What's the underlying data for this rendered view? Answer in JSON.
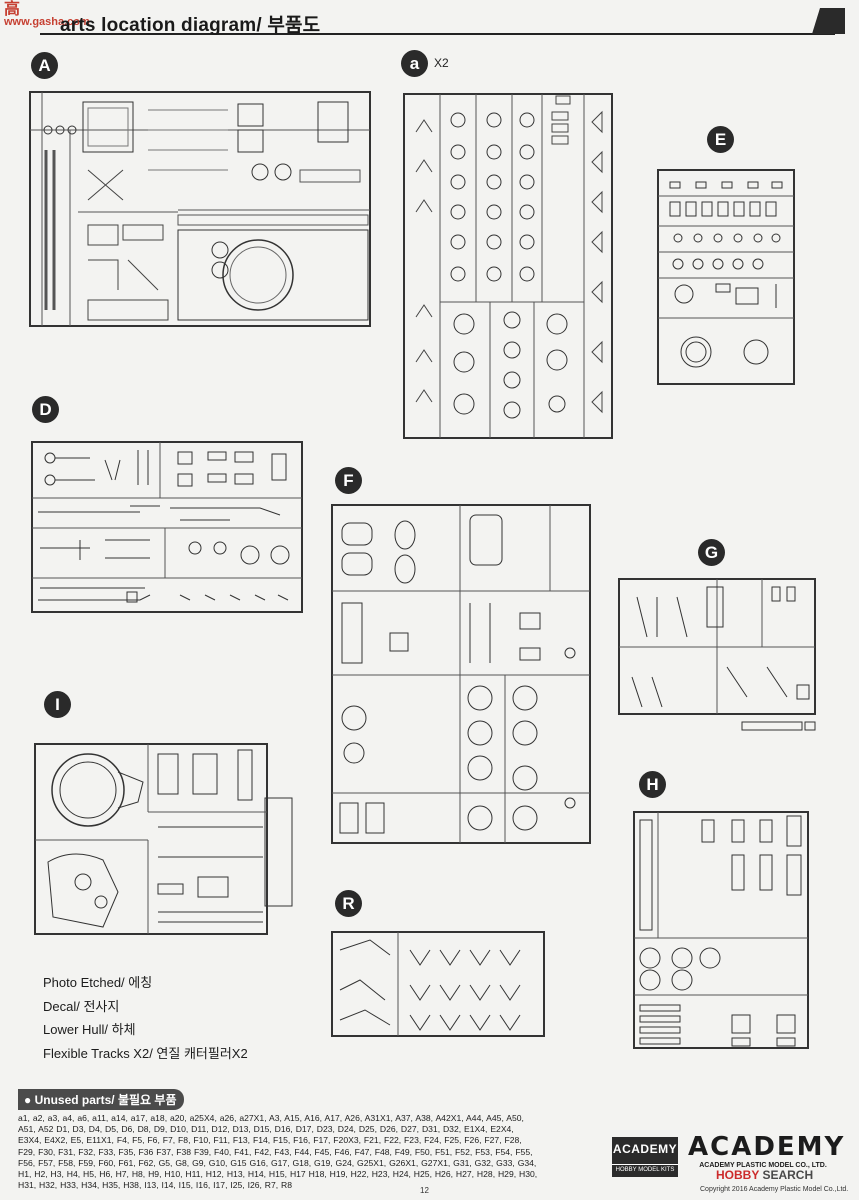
{
  "header": {
    "title": "arts location diagram/ 부품도",
    "watermark_top": "高",
    "watermark_bottom": "www.gasha.com"
  },
  "sections": {
    "A": "A",
    "a": "a",
    "a_qty": "X2",
    "E": "E",
    "D": "D",
    "F": "F",
    "G": "G",
    "I": "I",
    "H": "H",
    "R": "R"
  },
  "legend": [
    "Photo Etched/ 에칭",
    "Decal/ 전사지",
    "Lower Hull/ 하체",
    "Flexible Tracks X2/ 연질 캐터필러X2"
  ],
  "unused": {
    "heading": "Unused parts/ 불필요 부품",
    "list": "a1, a2, a3, a4, a6, a11, a14, a17, a18, a20, a25X4, a26, a27X1, A3, A15, A16, A17, A26, A31X1, A37, A38, A42X1, A44, A45, A50, A51, A52 D1, D3, D4, D5, D6, D8, D9, D10, D11, D12, D13, D15, D16, D17, D23, D24, D25, D26, D27, D31, D32, E1X4, E2X4, E3X4, E4X2, E5, E11X1, F4, F5, F6, F7, F8, F10, F11, F13, F14, F15, F16, F17, F20X3, F21, F22, F23, F24, F25, F26, F27, F28, F29, F30, F31, F32, F33, F35, F36 F37, F38 F39, F40, F41, F42, F43, F44, F45, F46, F47, F48, F49, F50, F51, F52, F53, F54, F55, F56, F57, F58, F59, F60, F61, F62, G5, G8, G9, G10, G15 G16, G17, G18, G19, G24, G25X1, G26X1, G27X1, G31, G32, G33, G34, H1, H2, H3, H4, H5, H6, H7, H8, H9, H10, H11, H12, H13, H14, H15, H17 H18, H19, H22, H23, H24, H25, H26, H27, H28, H29, H30, H31, H32, H33, H34, H35, H38, I13, I14, I15, I16, I17, I25, I26, R7, R8"
  },
  "branding": {
    "box_logo": "ACADEMY",
    "box_sub": "HOBBY MODEL KITS",
    "main_logo": "ACADEMY",
    "company": "ACADEMY PLASTIC MODEL CO., LTD.",
    "hobby_search_a": "HOBBY",
    "hobby_search_b": " SEARCH",
    "copyright": "Copyright 2016 Academy Plastic Model Co.,Ltd.",
    "page_number": "12"
  }
}
